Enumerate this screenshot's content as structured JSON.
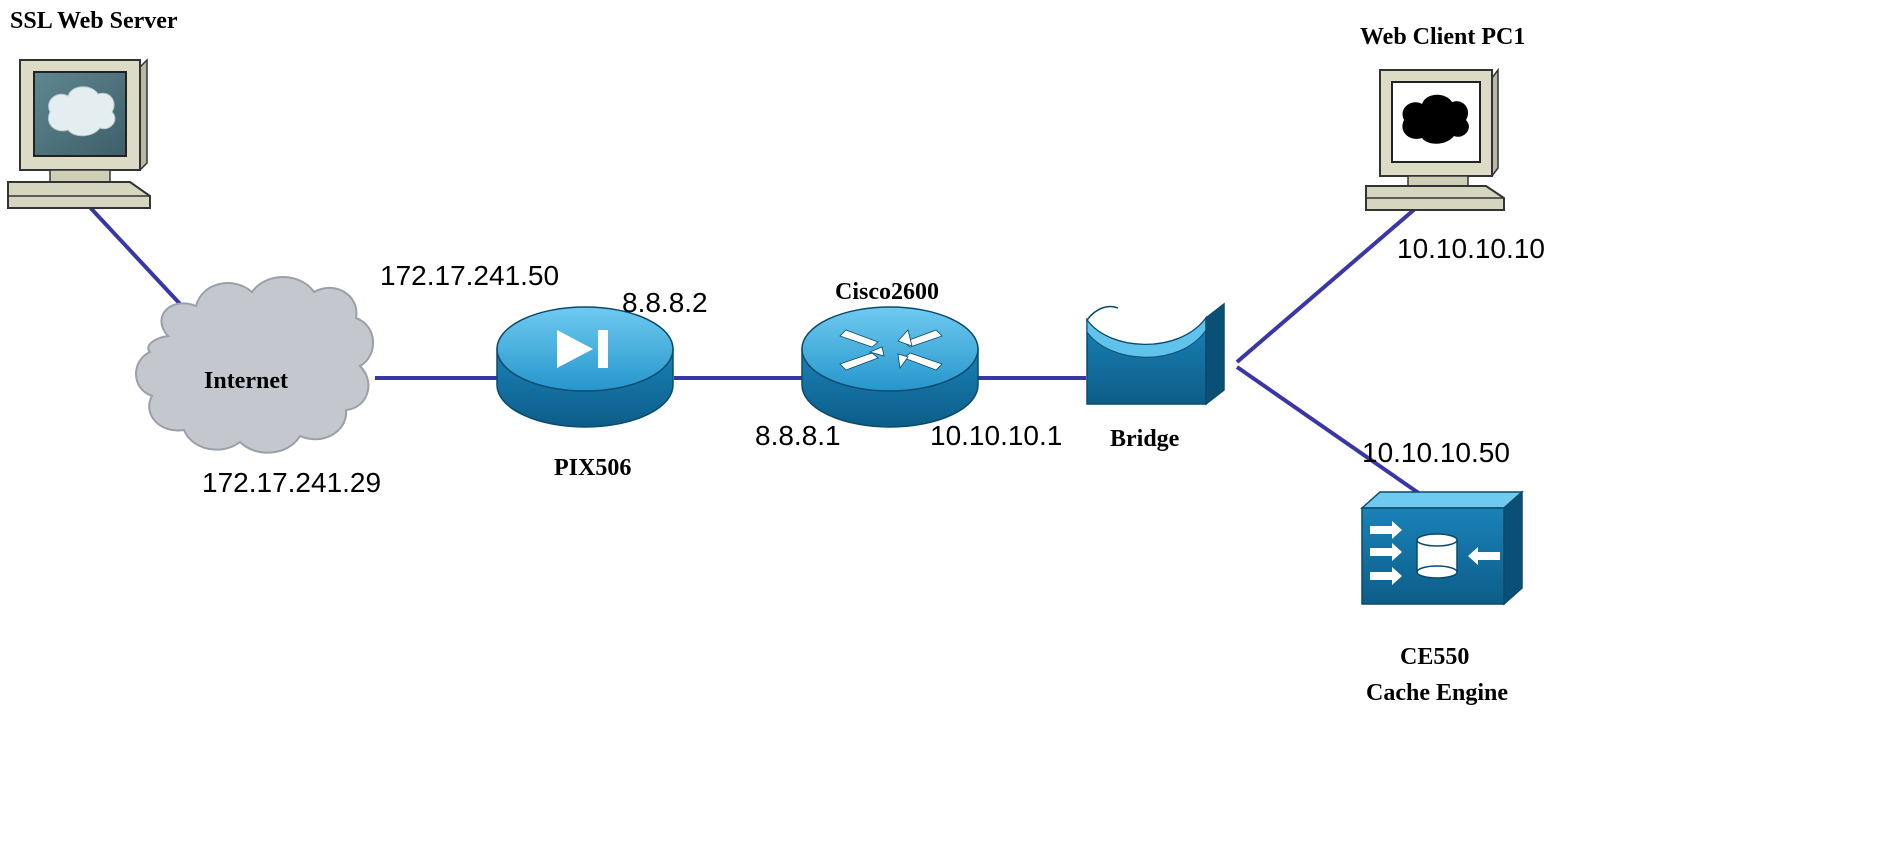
{
  "colors": {
    "link": "#3a36a8",
    "device_blue": "#1f8fc4",
    "device_blue_light": "#5cc0e8",
    "device_blue_dark": "#0d5f8a",
    "cloud_gray": "#c2c6cc",
    "pc_beige": "#d8d8c0"
  },
  "nodes": {
    "ssl_server": {
      "label": "SSL Web Server",
      "icon": "desktop-pc-icon"
    },
    "internet": {
      "label": "Internet",
      "icon": "cloud-icon"
    },
    "pix": {
      "label": "PIX506",
      "icon": "firewall-icon"
    },
    "router": {
      "label": "Cisco2600",
      "icon": "router-icon"
    },
    "bridge": {
      "label": "Bridge",
      "icon": "bridge-icon"
    },
    "client": {
      "label": "Web Client PC1",
      "icon": "desktop-pc-icon"
    },
    "cache": {
      "label_line1": "CE550",
      "label_line2": "Cache Engine",
      "icon": "cache-engine-icon"
    }
  },
  "addresses": {
    "internet_inside": "172.17.241.50",
    "internet_outside": "172.17.241.29",
    "pix_outside": "8.8.8.2",
    "router_wan": "8.8.8.1",
    "router_lan": "10.10.10.1",
    "client": "10.10.10.10",
    "cache": "10.10.10.50"
  }
}
